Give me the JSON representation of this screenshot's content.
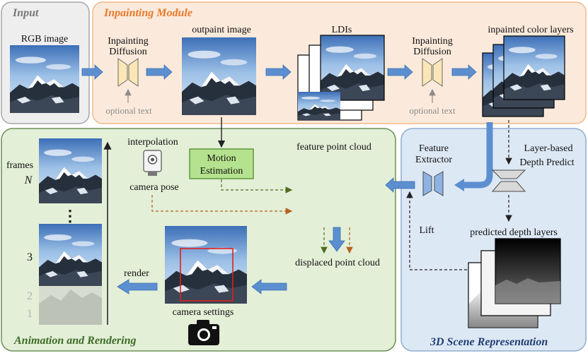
{
  "colors": {
    "input_bg": "#eeeeee",
    "input_border": "#a6a6a6",
    "inpainting_bg": "#fbeadb",
    "inpainting_border": "#f2b98a",
    "inpainting_title": "#e8792b",
    "animation_bg": "#e3efd7",
    "animation_border": "#6e8f56",
    "animation_title": "#3d6b26",
    "scene_bg": "#dde8f5",
    "scene_border": "#90acd0",
    "scene_title": "#1f3f73",
    "arrow_blue": "#5b8fd0",
    "diffusion_fill": "#fbe7b5",
    "motion_fill": "#b5e28e",
    "motion_border": "#4f8a2b",
    "dashed_green": "#4f6b1f",
    "dashed_orange": "#b5621e",
    "camera_box": "#e0201f"
  },
  "panels": {
    "input": {
      "title": "Input",
      "image_label": "RGB image"
    },
    "inpainting": {
      "title": "Inpainting Module",
      "diffusion_left": {
        "line1": "Inpainting",
        "line2": "Diffusion",
        "hint": "optional text"
      },
      "outpaint_label": "outpaint image",
      "ldis_label": "LDIs",
      "diffusion_right": {
        "line1": "Inpainting",
        "line2": "Diffusion",
        "hint": "optional text"
      },
      "layers_label": "inpainted color layers"
    },
    "animation": {
      "title": "Animation and Rendering",
      "frames_label": "frames",
      "frame_n": "N",
      "ellipsis": "⋮",
      "frame_3": "3",
      "frame_2": "2",
      "frame_1": "1",
      "render_label": "render",
      "interpolation_label": "interpolation",
      "camera_pose_label": "camera pose",
      "motion_line1": "Motion",
      "motion_line2": "Estimation",
      "feature_cloud_label": "feature point cloud",
      "displaced_cloud_label": "displaced point cloud",
      "camera_settings_label": "camera settings"
    },
    "scene": {
      "title": "3D Scene Representation",
      "extractor_line1": "Feature",
      "extractor_line2": "Extractor",
      "depth_line1": "Layer-based",
      "depth_line2": "Depth  Predict",
      "lift_label": "Lift",
      "depth_layers_label": "predicted depth layers"
    }
  }
}
